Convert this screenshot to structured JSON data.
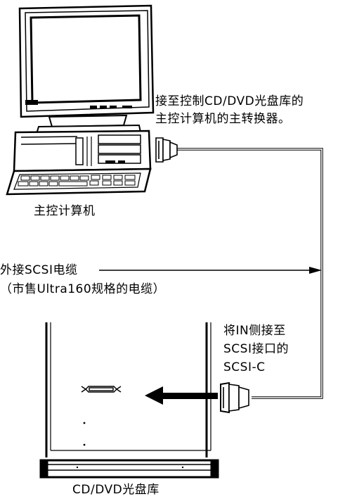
{
  "labels": {
    "connect_to_converter_line1": "接至控制CD/DVD光盘库的",
    "connect_to_converter_line2": "主控计算机的主转换器。",
    "host_computer": "主控计算机",
    "external_cable_line1": "外接SCSI电缆",
    "external_cable_line2": "（市售Ultra160规格的电缆）",
    "in_side_line1": "将IN侧接至",
    "in_side_line2": "SCSI接口的",
    "in_side_line3": "SCSI-C",
    "library": "CD/DVD光盘库"
  }
}
